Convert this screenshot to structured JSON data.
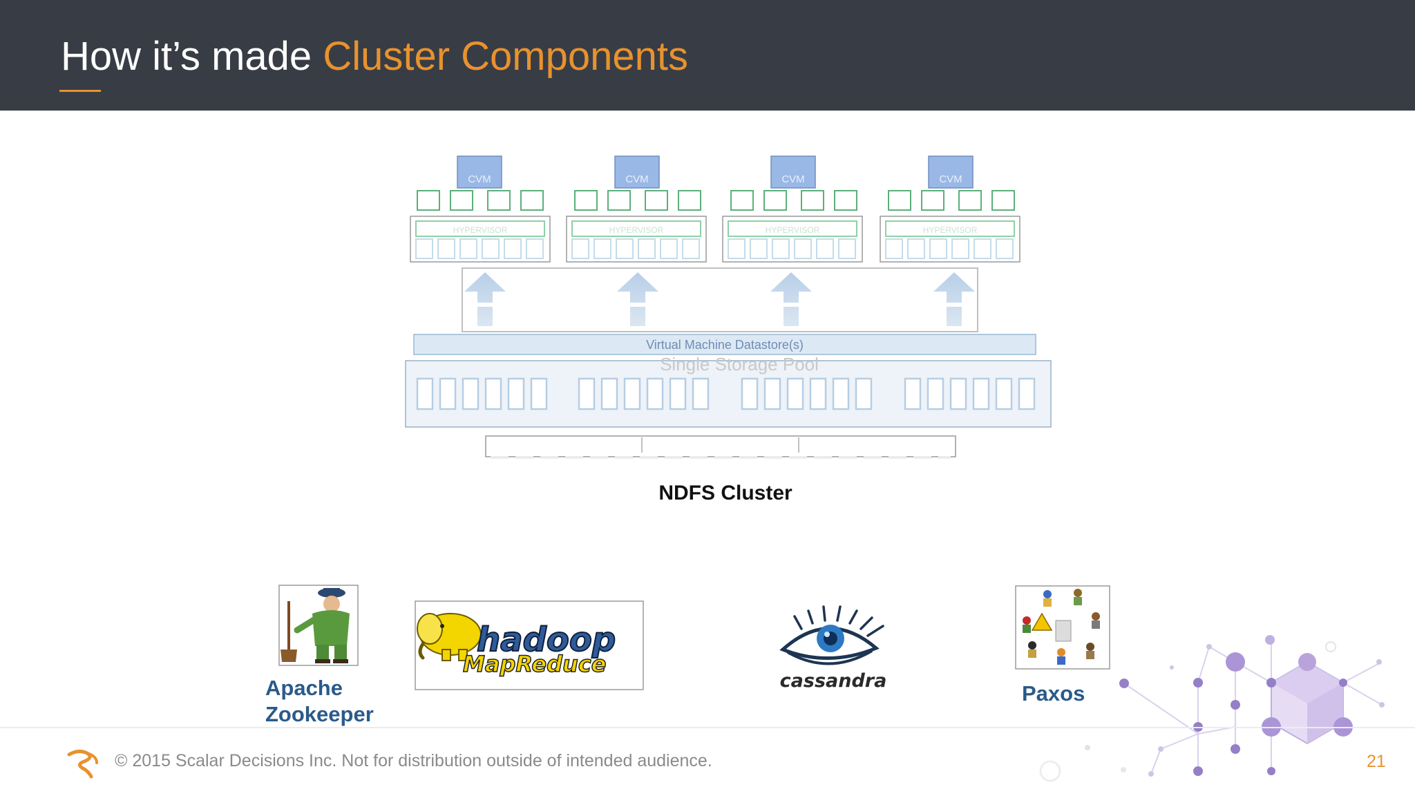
{
  "header": {
    "title_prefix": "How it’s made",
    "title_accent": "Cluster Components"
  },
  "diagram": {
    "cvm_label": "CVM",
    "hypervisor_label": "HYPERVISOR",
    "datastore_label": "Virtual Machine Datastore(s)",
    "storage_pool_label": "Single Storage Pool",
    "caption": "NDFS Cluster"
  },
  "components": {
    "zookeeper_line1": "Apache",
    "zookeeper_line2": "Zookeeper",
    "hadoop_line1": "hadoop",
    "hadoop_line2": "MapReduce",
    "cassandra": "cassandra",
    "paxos": "Paxos"
  },
  "footer": {
    "copyright": "© 2015 Scalar Decisions Inc. Not for distribution outside of intended audience.",
    "page_number": "21"
  },
  "colors": {
    "header_bg": "#383d45",
    "accent": "#e8922e",
    "label_blue": "#2a5a8a"
  }
}
